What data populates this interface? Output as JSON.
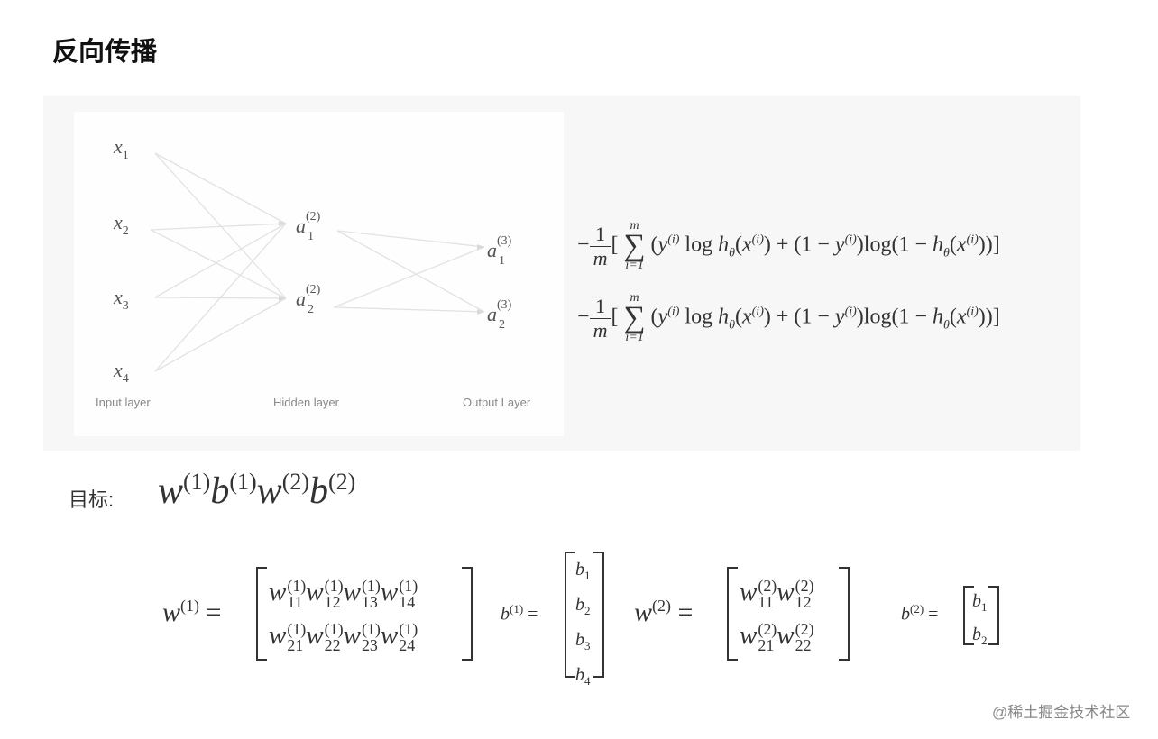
{
  "title": "反向传播",
  "diagram": {
    "input_nodes": [
      "x",
      "x",
      "x",
      "x"
    ],
    "input_subs": [
      "1",
      "2",
      "3",
      "4"
    ],
    "hidden_nodes": [
      "a",
      "a"
    ],
    "hidden_subs": [
      "1",
      "2"
    ],
    "hidden_sup": "(2)",
    "output_nodes": [
      "a",
      "a"
    ],
    "output_subs": [
      "1",
      "2"
    ],
    "output_sup": "(3)",
    "layer_labels": [
      "Input layer",
      "Hidden layer",
      "Output Layer"
    ]
  },
  "loss": {
    "minus": "−",
    "numerator": "1",
    "denominator": "m",
    "sum_upper": "m",
    "sum_lower": "i=1",
    "sigma": "∑",
    "lines_count_text": "2"
  },
  "target": {
    "label": "目标:",
    "w": "w",
    "b": "b",
    "sup1": "(1)",
    "sup2": "(2)"
  },
  "matrices": {
    "w_letter": "w",
    "b_letter": "b",
    "equals": "=",
    "sup1": "(1)",
    "sup2": "(2)",
    "w1_rows": [
      [
        "11",
        "12",
        "13",
        "14"
      ],
      [
        "21",
        "22",
        "23",
        "24"
      ]
    ],
    "b1_rows": [
      "1",
      "2",
      "3",
      "4"
    ],
    "w2_rows": [
      [
        "11",
        "12"
      ],
      [
        "21",
        "22"
      ]
    ],
    "b2_rows": [
      "1",
      "2"
    ]
  },
  "watermark": "@稀土掘金技术社区"
}
